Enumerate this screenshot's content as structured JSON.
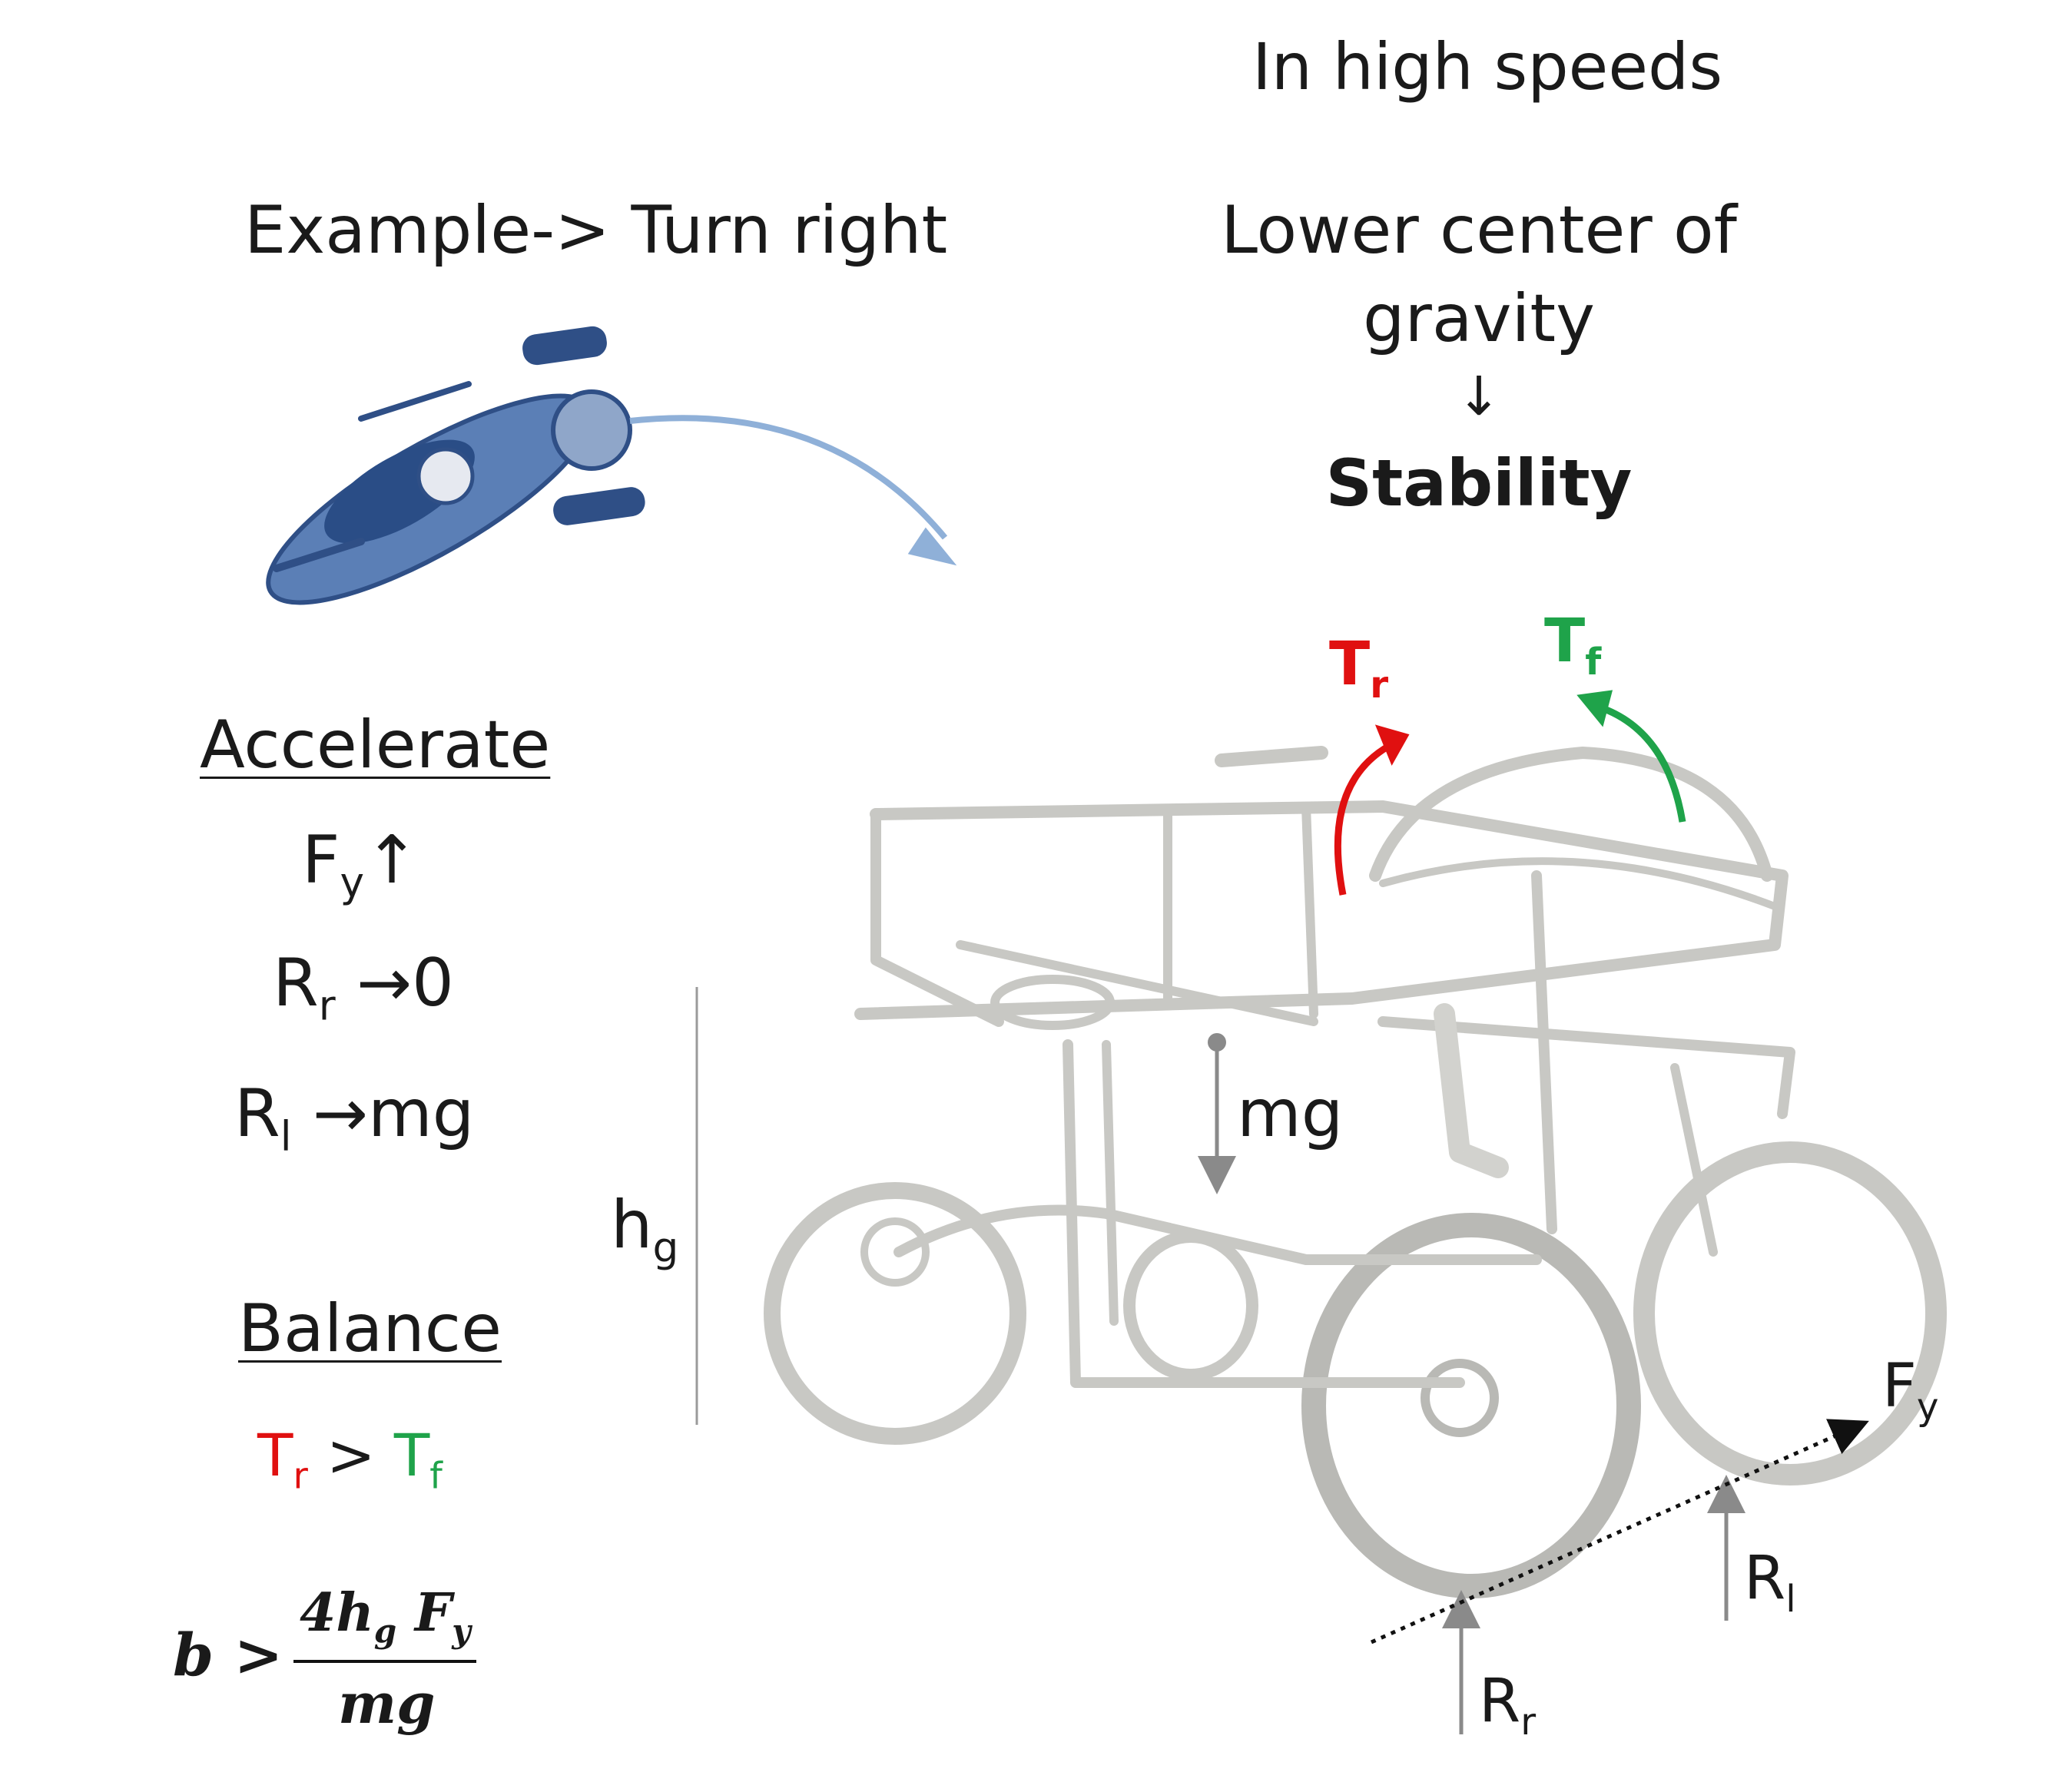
{
  "right_header": {
    "line1": "In high speeds",
    "line2": "Lower center of",
    "line3": "gravity",
    "arrow": "↓",
    "line4": "Stability"
  },
  "example": {
    "text": "Example-> Turn right"
  },
  "accelerate": {
    "heading": "Accelerate",
    "fy_main": "F",
    "fy_sub": "y",
    "fy_arrow": "↑",
    "rr_main": "R",
    "rr_sub": "r",
    "rr_rest": "→0",
    "rl_main": "R",
    "rl_sub": "l",
    "rl_rest": "→mg"
  },
  "balance": {
    "heading": "Balance",
    "tr_main": "T",
    "tr_sub": "r",
    "gt": " >",
    "tf_main": "T",
    "tf_sub": "f"
  },
  "formula": {
    "lhs": "b >",
    "num_a": "4h",
    "num_sub": "g",
    "num_b": " F",
    "num_sub2": "y",
    "den": "mg"
  },
  "labels": {
    "hg_main": "h",
    "hg_sub": "g",
    "mg": "mg",
    "fy_main": "F",
    "fy_sub": "y",
    "rl_main": "R",
    "rl_sub": "l",
    "rr_main": "R",
    "rr_sub": "r",
    "tr_main": "T",
    "tr_sub": "r",
    "tf_main": "T",
    "tf_sub": "f"
  },
  "colors": {
    "red": "#e01010",
    "green": "#1fa34a",
    "arrow_blue": "#8fb0d8",
    "vehicle_blue": "#3f6aa6",
    "frame_gray": "#c8c8c4"
  }
}
